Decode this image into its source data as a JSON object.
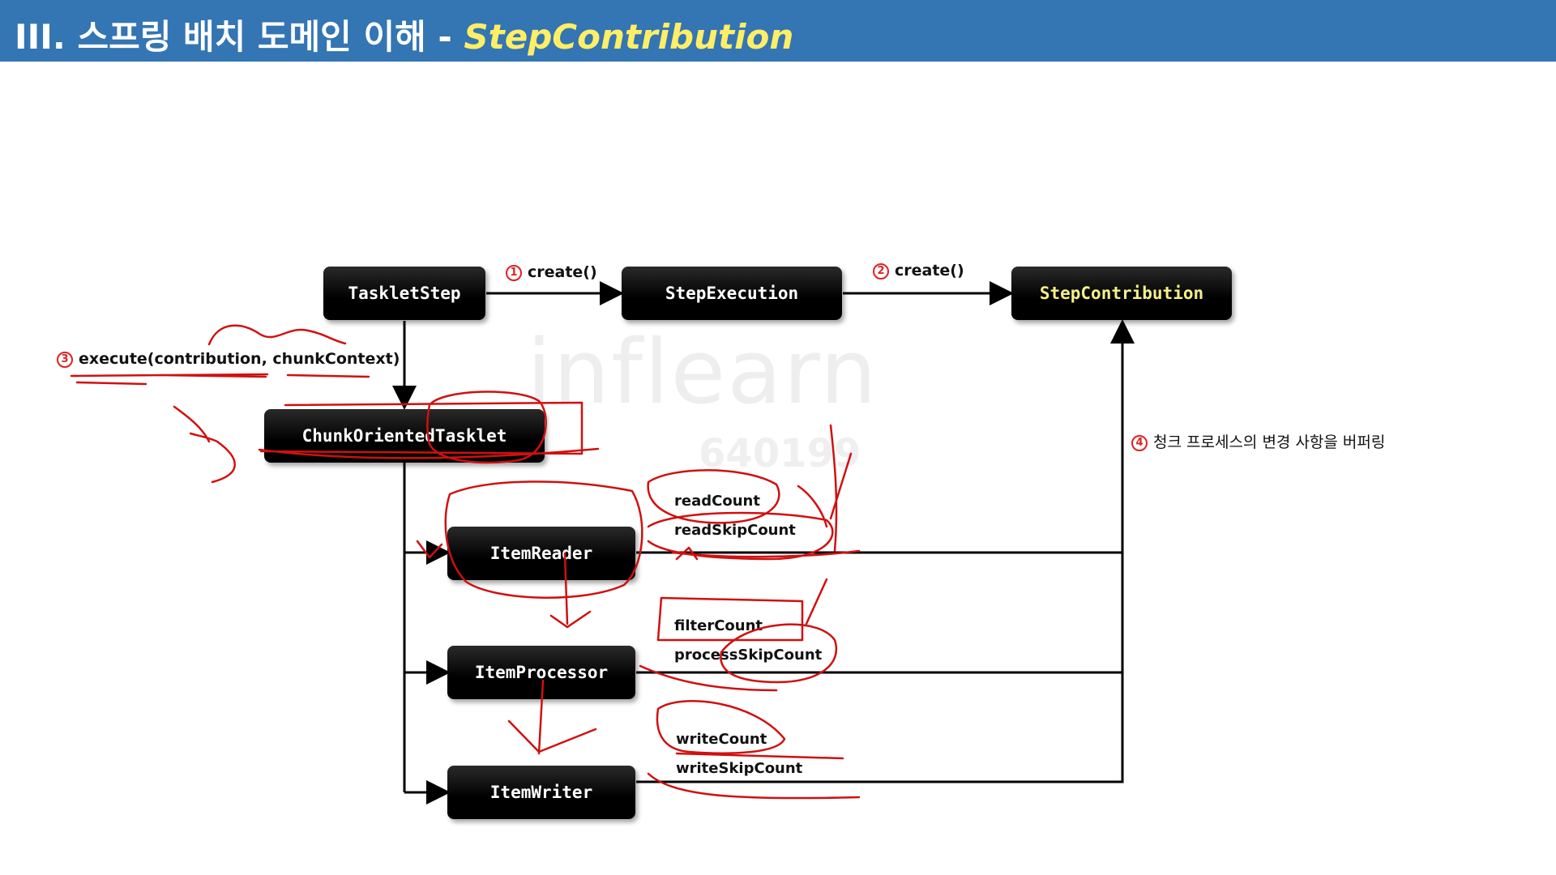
{
  "header": {
    "title_main": "III. 스프링 배치 도메인 이해 - ",
    "title_sub": "StepContribution"
  },
  "watermark": {
    "logo": "inflearn",
    "id": "640199"
  },
  "nodes": {
    "tasklet_step": "TaskletStep",
    "step_execution": "StepExecution",
    "step_contribution": "StepContribution",
    "chunk_tasklet": "ChunkOrientedTasklet",
    "item_reader": "ItemReader",
    "item_processor": "ItemProcessor",
    "item_writer": "ItemWriter"
  },
  "labels": {
    "step1_num": "1",
    "step1": "create()",
    "step2_num": "2",
    "step2": "create()",
    "step3_num": "3",
    "step3": "execute(contribution, chunkContext)",
    "step4_num": "4",
    "step4": "청크 프로세스의 변경 사항을 버퍼링"
  },
  "counts": {
    "reader": [
      "readCount",
      "readSkipCount"
    ],
    "processor": [
      "filterCount",
      "processSkipCount"
    ],
    "writer": [
      "writeCount",
      "writeSkipCount"
    ]
  },
  "colors": {
    "header_bg": "#3475b3",
    "title_accent": "#ffee66",
    "annotation_red": "#d01010",
    "node_text_accent": "#f5ef8a"
  }
}
